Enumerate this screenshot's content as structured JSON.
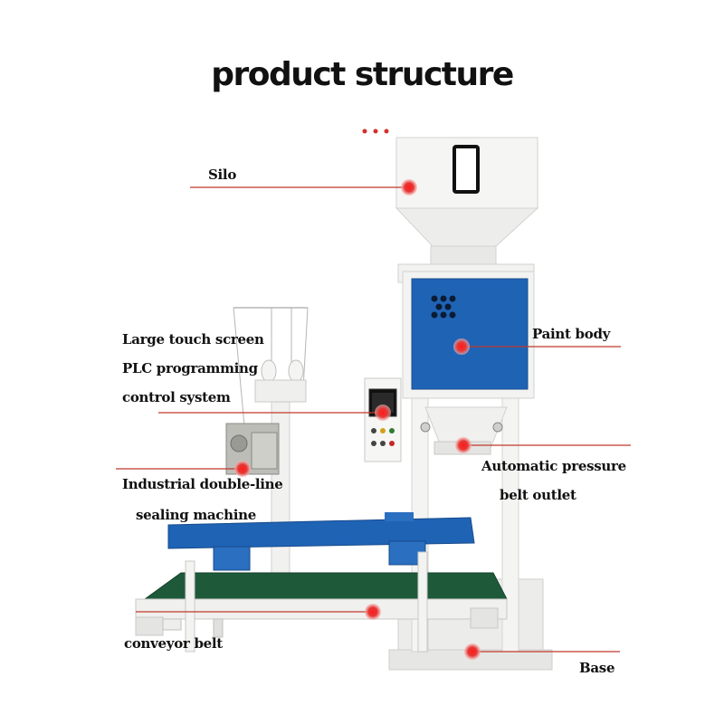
{
  "title": "product structure",
  "labels": {
    "silo": "Silo",
    "touch_line1": "Large touch screen",
    "touch_line2": "PLC programming",
    "touch_line3": "control system",
    "sealing_line1": "Industrial double-line",
    "sealing_line2": "sealing machine",
    "conveyor": "conveyor belt",
    "paint_body": "Paint body",
    "outlet_line1": "Automatic pressure",
    "outlet_line2": "belt outlet",
    "base": "Base"
  },
  "colors": {
    "leader_line": "#c0392b",
    "marker": "#e53935",
    "machine_blue": "#1f63b5",
    "conveyor_green": "#1e5a3a",
    "frame_white": "#f2f2f0"
  }
}
